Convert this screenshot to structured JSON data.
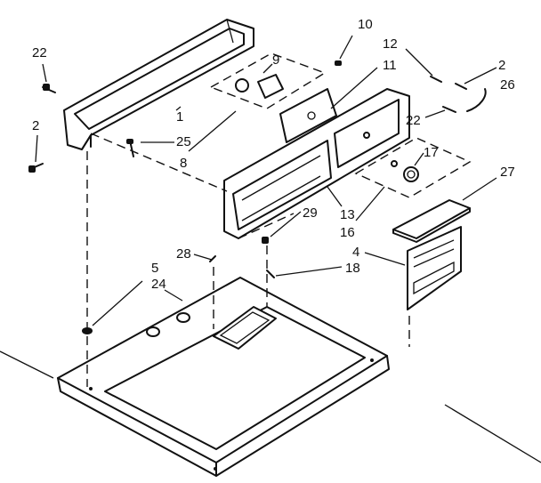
{
  "diagram": {
    "callouts": [
      {
        "id": "c22a",
        "text": "22"
      },
      {
        "id": "c2a",
        "text": "2"
      },
      {
        "id": "c1",
        "text": "1"
      },
      {
        "id": "c25",
        "text": "25"
      },
      {
        "id": "c8",
        "text": "8"
      },
      {
        "id": "c9",
        "text": "9"
      },
      {
        "id": "c10",
        "text": "10"
      },
      {
        "id": "c11",
        "text": "11"
      },
      {
        "id": "c12",
        "text": "12"
      },
      {
        "id": "c2b",
        "text": "2"
      },
      {
        "id": "c26",
        "text": "26"
      },
      {
        "id": "c22b",
        "text": "22"
      },
      {
        "id": "c17",
        "text": "17"
      },
      {
        "id": "c27",
        "text": "27"
      },
      {
        "id": "c13",
        "text": "13"
      },
      {
        "id": "c16",
        "text": "16"
      },
      {
        "id": "c4",
        "text": "4"
      },
      {
        "id": "c29",
        "text": "29"
      },
      {
        "id": "c28",
        "text": "28"
      },
      {
        "id": "c5",
        "text": "5"
      },
      {
        "id": "c24",
        "text": "24"
      },
      {
        "id": "c18",
        "text": "18"
      }
    ]
  }
}
